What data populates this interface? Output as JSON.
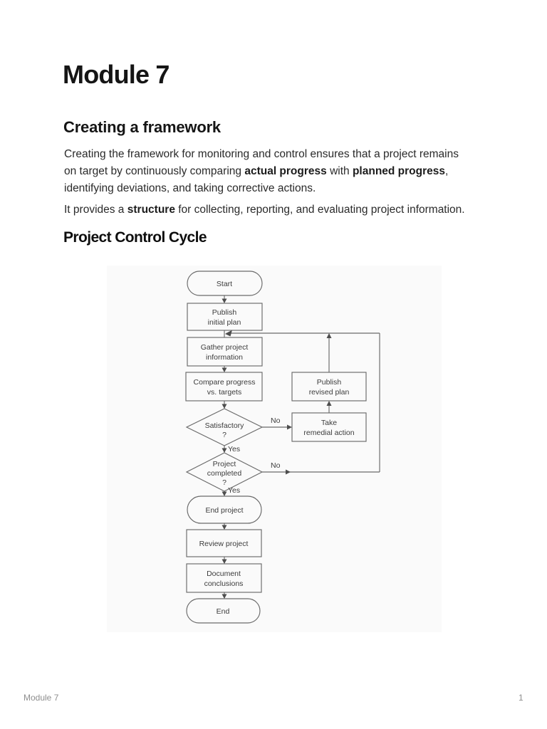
{
  "colors": {
    "page-bg": "#ffffff",
    "heading": "#151515",
    "text-primary": "#2a2a2a",
    "footer-text": "#8e8e8e",
    "chart-bg": "#fafafa",
    "chart-line": "#6a6a6a",
    "chart-text": "#3c3c3c"
  },
  "document": {
    "title": "Module 7",
    "section_heading": "Creating a framework",
    "paragraph1": {
      "l1": "Creating the framework for monitoring and control ensures that a project remains",
      "l2a": "on target by continuously comparing ",
      "l2b": "actual progress",
      "l2c": " with ",
      "l2d": "planned progress",
      "l2e": ",",
      "l3": "identifying deviations, and taking corrective actions."
    },
    "paragraph2": {
      "p0": "It provides a ",
      "b1": "structure",
      "p2": " for collecting, reporting, and evaluating project information."
    },
    "subsection_heading": "Project Control Cycle",
    "footer": {
      "left": "Module 7",
      "page_number": "1"
    }
  },
  "flowchart": {
    "nodes": {
      "start": {
        "label": "Start"
      },
      "publish_initial": {
        "line1": "Publish",
        "line2": "initial plan"
      },
      "gather": {
        "line1": "Gather project",
        "line2": "information"
      },
      "compare": {
        "line1": "Compare progress",
        "line2": "vs. targets"
      },
      "satisfactory": {
        "line1": "Satisfactory",
        "line2": "?"
      },
      "take_remedial": {
        "line1": "Take",
        "line2": "remedial action"
      },
      "publish_revised": {
        "line1": "Publish",
        "line2": "revised plan"
      },
      "completed": {
        "line1": "Project",
        "line2": "completed",
        "line3": "?"
      },
      "end_project": {
        "label": "End project"
      },
      "review": {
        "label": "Review project"
      },
      "document_conclusions": {
        "line1": "Document",
        "line2": "conclusions"
      },
      "end": {
        "label": "End"
      }
    },
    "edge_labels": {
      "satisfactory_no": "No",
      "satisfactory_yes": "Yes",
      "completed_no": "No",
      "completed_yes": "Yes"
    }
  }
}
